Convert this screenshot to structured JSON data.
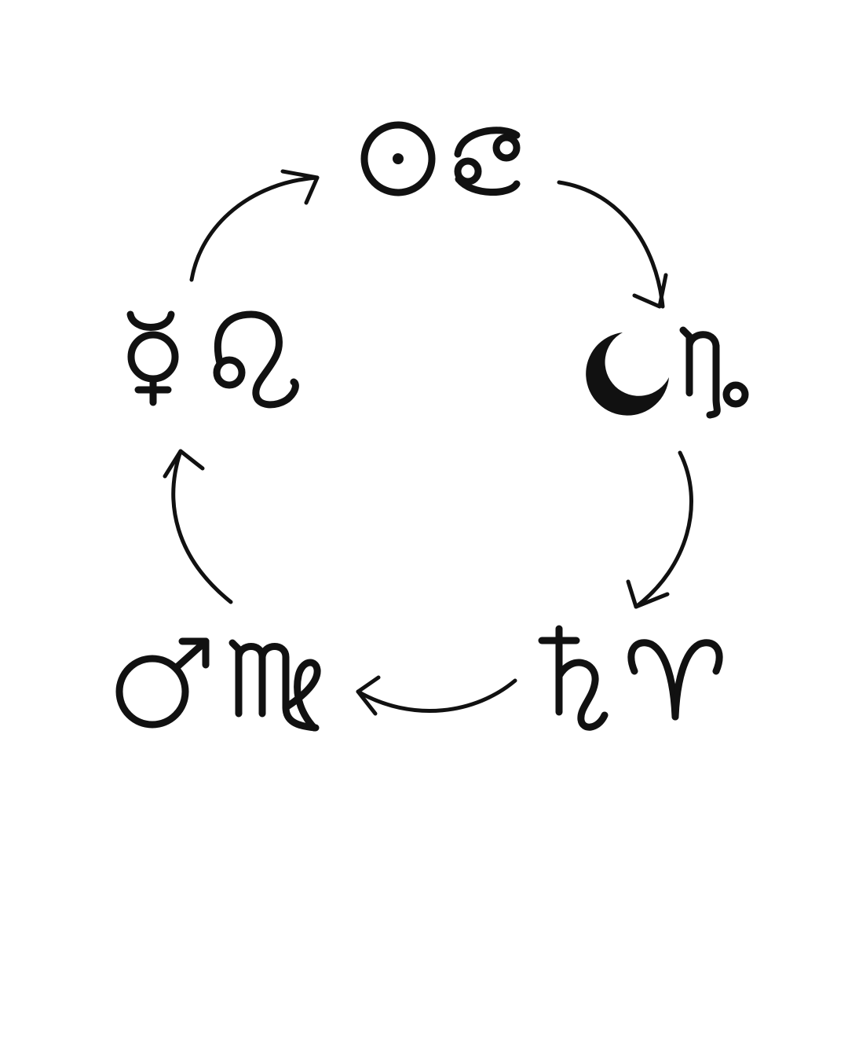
{
  "diagram": {
    "colors": {
      "ink": "#111111",
      "background": "#ffffff"
    },
    "nodes": [
      {
        "id": "sun-cancer",
        "planet": "sun",
        "sign": "cancer",
        "planet_icon": "sun-icon",
        "sign_icon": "cancer-icon"
      },
      {
        "id": "moon-capricorn",
        "planet": "moon",
        "sign": "capricorn",
        "planet_icon": "moon-icon",
        "sign_icon": "capricorn-icon"
      },
      {
        "id": "saturn-aries",
        "planet": "saturn",
        "sign": "aries",
        "planet_icon": "saturn-icon",
        "sign_icon": "aries-icon"
      },
      {
        "id": "mars-virgo",
        "planet": "mars",
        "sign": "virgo",
        "planet_icon": "mars-icon",
        "sign_icon": "virgo-icon"
      },
      {
        "id": "mercury-leo",
        "planet": "mercury",
        "sign": "leo",
        "planet_icon": "mercury-icon",
        "sign_icon": "leo-icon"
      }
    ],
    "cycle": [
      {
        "from": "sun-cancer",
        "to": "moon-capricorn"
      },
      {
        "from": "moon-capricorn",
        "to": "saturn-aries"
      },
      {
        "from": "saturn-aries",
        "to": "mars-virgo"
      },
      {
        "from": "mars-virgo",
        "to": "mercury-leo"
      },
      {
        "from": "mercury-leo",
        "to": "sun-cancer"
      }
    ]
  }
}
